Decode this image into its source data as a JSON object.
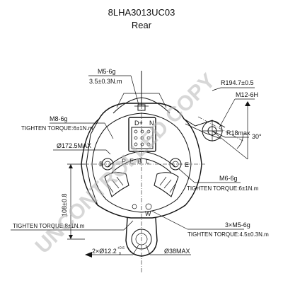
{
  "header": {
    "part_number": "8LHA3013UC03",
    "view": "Rear"
  },
  "watermark": "UNCONTROLLED COPY",
  "terminals": {
    "d_plus": "D+",
    "n": "N",
    "p": "P",
    "e": "E",
    "b": "B",
    "l": "L",
    "b_post": "B",
    "e_post": "E",
    "w": "W"
  },
  "callouts": {
    "m5_top": "M5-6g",
    "m5_top_torque": "3.5±0.3N.m",
    "r194": "R194.7±0.5",
    "m12": "M12-6H",
    "r18": "R18max",
    "angle30": "30°",
    "m8": "M8-6g",
    "m8_torque": "TIGHTEN TORQUE:6±1N.m",
    "dia172": "Ø172.5MAX",
    "m6": "M6-6g",
    "m6_torque": "TIGHTEN TORQUE:6±1N.m",
    "dim108": "108±0.8",
    "left_torque": "TIGHTEN TORQUE:8±1N.m",
    "m5_bottom": "3×M5-6g",
    "m5_bottom_torque": "TIGHTEN TORQUE:4.5±0.3N.m",
    "holes": "2×Ø12.2",
    "tol_upper": "+0.6",
    "tol_lower": "0",
    "dia38": "Ø38MAX"
  },
  "colors": {
    "line": "#111111",
    "watermark": "#b8b8b8"
  }
}
